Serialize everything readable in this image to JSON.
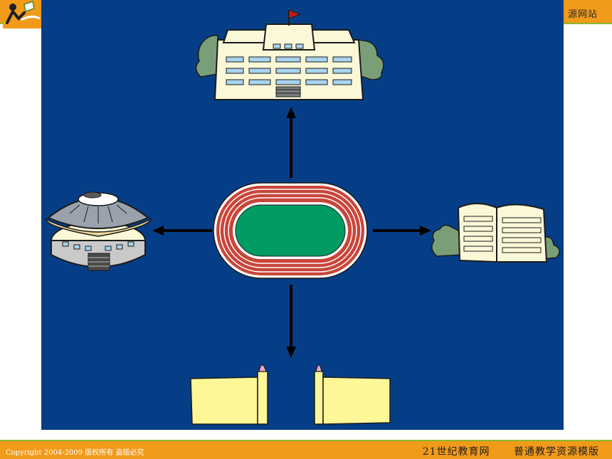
{
  "header": {
    "site_name": "源网站"
  },
  "footer": {
    "copyright": "Copyright 2004-2009 版权所有 盗版必究",
    "brand": "21世纪教育网",
    "template_name": "普通教学资源模版"
  },
  "colors": {
    "stage_background": "#053e86",
    "header_orange": "#f29a1a",
    "accent_green": "#8cb830",
    "track_red": "#c9453a",
    "field_green": "#009a63",
    "building_cream": "#fbf8d8",
    "gate_yellow": "#fdf797"
  },
  "diagram": {
    "center": "running-track",
    "arrows": [
      "up",
      "left",
      "right",
      "down"
    ],
    "targets": {
      "up": "teaching-building",
      "left": "gymnasium",
      "right": "office-building",
      "down": "school-gate"
    }
  }
}
